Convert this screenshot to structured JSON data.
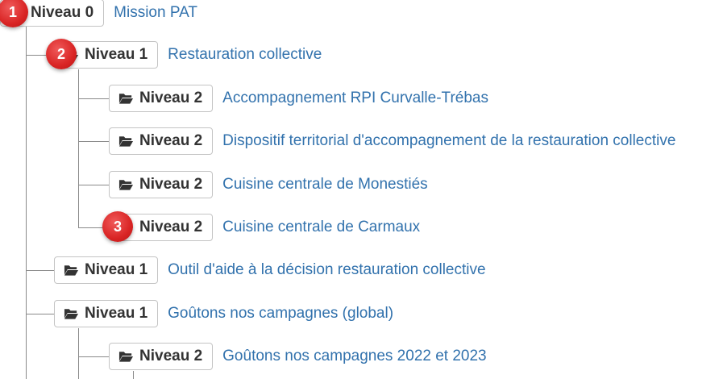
{
  "tree": {
    "nodes": [
      {
        "level_label": "Niveau 0",
        "title": "Mission PAT"
      },
      {
        "level_label": "Niveau 1",
        "title": "Restauration collective"
      },
      {
        "level_label": "Niveau 2",
        "title": "Accompagnement RPI Curvalle-Trébas"
      },
      {
        "level_label": "Niveau 2",
        "title": "Dispositif territorial d'accompagnement de la restauration collective"
      },
      {
        "level_label": "Niveau 2",
        "title": "Cuisine centrale de Monestiés"
      },
      {
        "level_label": "Niveau 2",
        "title": "Cuisine centrale de Carmaux"
      },
      {
        "level_label": "Niveau 1",
        "title": "Outil d'aide à la décision restauration collective"
      },
      {
        "level_label": "Niveau 1",
        "title": "Goûtons nos campagnes (global)"
      },
      {
        "level_label": "Niveau 2",
        "title": "Goûtons nos campagnes 2022 et 2023"
      }
    ]
  },
  "markers": [
    "1",
    "2",
    "3"
  ],
  "colors": {
    "link": "#3272ad",
    "badge_text": "#333333",
    "badge_border": "#c4c4c4",
    "connector": "#8a8a8a",
    "marker_red": "#d92424"
  },
  "icons": {
    "folder": "folder-open-icon"
  }
}
